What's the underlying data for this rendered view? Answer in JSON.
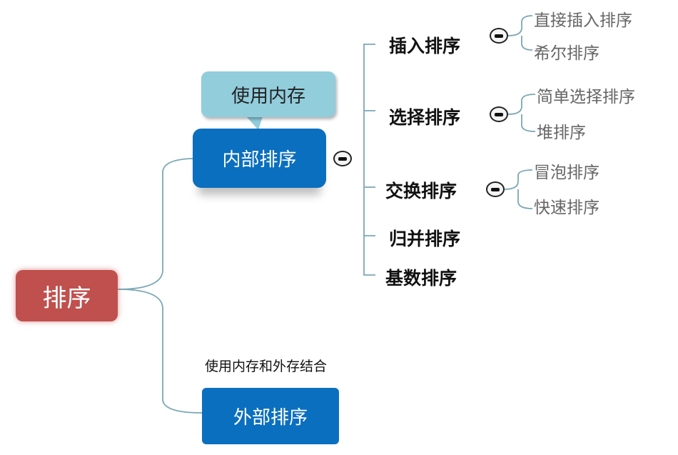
{
  "root": {
    "label": "排序"
  },
  "internal": {
    "label": "内部排序",
    "callout": "使用内存",
    "children": [
      {
        "label": "插入排序",
        "leaves": [
          "直接插入排序",
          "希尔排序"
        ]
      },
      {
        "label": "选择排序",
        "leaves": [
          "简单选择排序",
          "堆排序"
        ]
      },
      {
        "label": "交换排序",
        "leaves": [
          "冒泡排序",
          "快速排序"
        ]
      },
      {
        "label": "归并排序"
      },
      {
        "label": "基数排序"
      }
    ]
  },
  "external": {
    "label": "外部排序",
    "note": "使用内存和外存结合"
  },
  "colors": {
    "root": "#c0504d",
    "node": "#0b6fbf",
    "callout": "#92cddc",
    "line": "#7aa7b5"
  }
}
